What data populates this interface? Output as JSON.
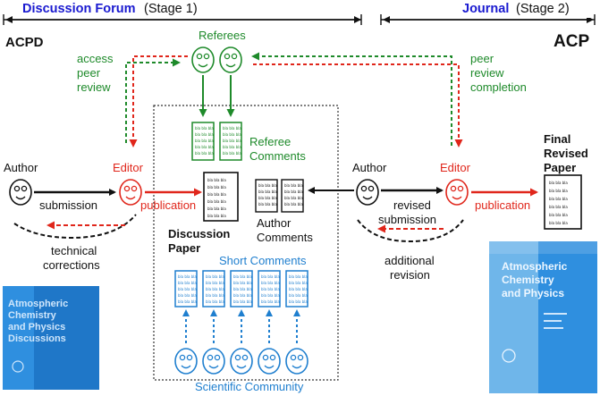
{
  "colors": {
    "blue": "#1a1ad0",
    "green": "#1e8a2a",
    "red": "#e0261b",
    "cyan": "#1f7fcf",
    "black": "#111111",
    "cover_blue": "#2f8fdf"
  },
  "header": {
    "left_bold": "Discussion Forum",
    "left_stage": "(Stage 1)",
    "right_bold": "Journal",
    "right_stage": "(Stage 2)"
  },
  "corners": {
    "left": "ACPD",
    "right": "ACP"
  },
  "referees": {
    "label": "Referees",
    "comments_line1": "Referee",
    "comments_line2": "Comments"
  },
  "left_side": {
    "author": "Author",
    "editor": "Editor",
    "submission": "submission",
    "publication": "publication",
    "technical_line1": "technical",
    "technical_line2": "corrections",
    "access_line1": "access",
    "access_line2": "peer",
    "access_line3": "review"
  },
  "center": {
    "discussion_line1": "Discussion",
    "discussion_line2": "Paper",
    "author_comments_line1": "Author",
    "author_comments_line2": "Comments",
    "short_comments": "Short Comments",
    "scientific_community": "Scientific Community"
  },
  "right_side": {
    "author": "Author",
    "editor": "Editor",
    "revised_line1": "revised",
    "revised_line2": "submission",
    "publication": "publication",
    "additional_line1": "additional",
    "additional_line2": "revision",
    "peer_line1": "peer",
    "peer_line2": "review",
    "peer_line3": "completion",
    "final_line1": "Final",
    "final_line2": "Revised",
    "final_line3": "Paper"
  },
  "doc_text": "bla bla bla",
  "cover_left": {
    "line1": "Atmospheric",
    "line2": "Chemistry",
    "line3": "and Physics",
    "line4": "Discussions"
  },
  "cover_right": {
    "line1": "Atmospheric",
    "line2": "Chemistry",
    "line3": "and Physics"
  }
}
